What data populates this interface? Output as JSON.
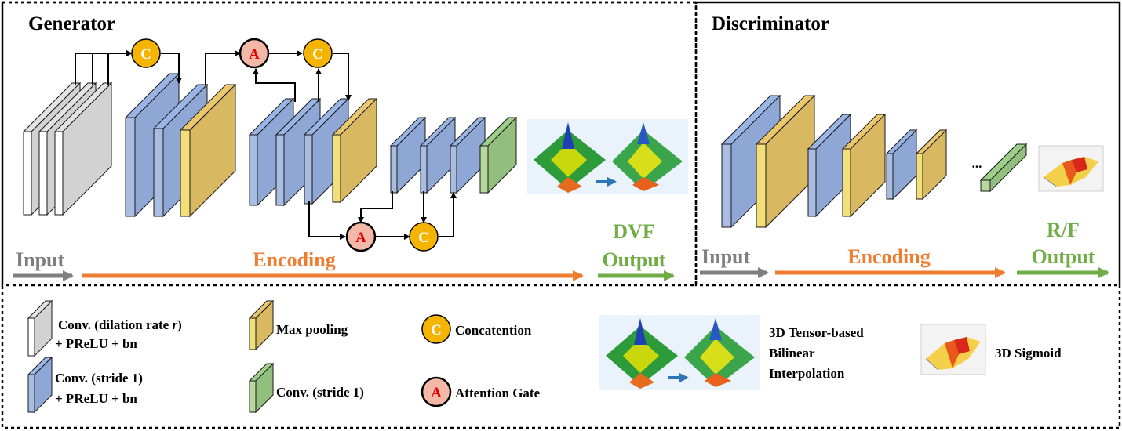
{
  "generator": {
    "title": "Generator",
    "input_label": "Input",
    "encoding_label": "Encoding",
    "output_label_line1": "DVF",
    "output_label_line2": "Output"
  },
  "discriminator": {
    "title": "Discriminator",
    "input_label": "Input",
    "encoding_label": "Encoding",
    "output_label_line1": "R/F",
    "output_label_line2": "Output",
    "ellipsis": "..."
  },
  "badges": {
    "concat_letter": "C",
    "attention_letter": "A"
  },
  "legend": {
    "dilated_conv_line1_a": "Conv. (dilation rate ",
    "dilated_conv_line1_r": "r",
    "dilated_conv_line1_b": ")",
    "dilated_conv_line2": "+ PReLU + bn",
    "conv_stride1_line1": "Conv. (stride 1)",
    "conv_stride1_line2": "+ PReLU + bn",
    "max_pooling": "Max pooling",
    "conv_stride1_green": "Conv. (stride 1)",
    "concatenation": "Concatention",
    "attention_gate": "Attention Gate",
    "interp_line1": "3D Tensor-based",
    "interp_line2": "Bilinear",
    "interp_line3": "Interpolation",
    "sigmoid": "3D Sigmoid"
  },
  "colors": {
    "gray_block": "#d2d2d2",
    "blue_block": "#8fa7d4",
    "gold_block": "#d9b862",
    "green_block": "#93bf7e",
    "concat_badge": "#f5b400",
    "attention_badge": "#f4b8a8",
    "input_arrow": "#7f7f7f",
    "encoding_arrow": "#ed7d31",
    "output_arrow": "#70ad47"
  }
}
